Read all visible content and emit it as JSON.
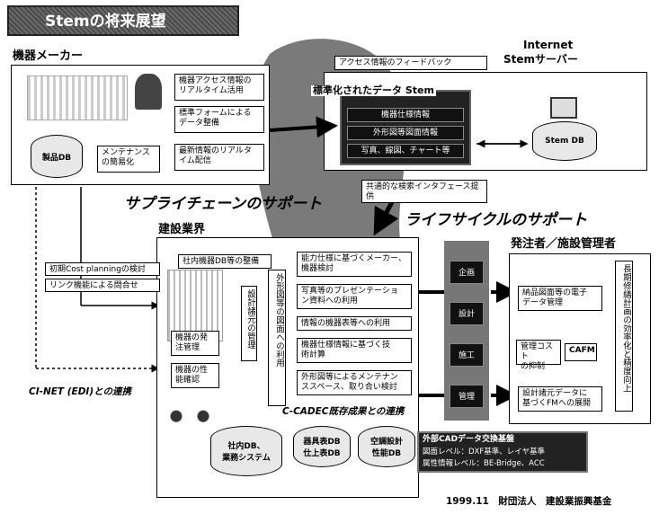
{
  "title": "Stemの将来展望",
  "sections": {
    "maker": "機器メーカー",
    "internet": "Internet",
    "stem_server": "Stemサーバー",
    "construction": "建設業界",
    "owner": "発注者／施設管理者"
  },
  "banners": {
    "supply_chain": "サプライチェーンのサポート",
    "lifecycle": "ライフサイクルのサポート",
    "cicadec": "C-CADEC既存成果との連携",
    "cinet": "CI-NET (EDI)との連携"
  },
  "maker": {
    "db": "製品DB",
    "maintenance": "メンテナンス\nの簡易化",
    "items": [
      "機器アクセス情報の\nリアルタイム活用",
      "標準フォームによる\nデータ整備",
      "最新情報のリアルタ\nイム配信"
    ]
  },
  "feedback": "アクセス情報のフィードバック",
  "stem": {
    "title": "標準化されたデータ Stem",
    "items": [
      "機器仕様情報",
      "外形図等図面情報",
      "写真、線図、チャート等"
    ],
    "db": "Stem DB"
  },
  "common_if": "共通的な検索インタフェース提\n供",
  "left_notes": [
    "初期Cost planningの検討",
    "リンク機能による問合せ"
  ],
  "construction": {
    "internal_db_prep": "社内機器DB等の整備",
    "order_mgmt": "機器の発\n注管理",
    "perf_check": "機器の性\n能確認",
    "design_mgmt": "設計諸元の管理",
    "drawing_use": "外形図等の図面への利用",
    "items": [
      "能力仕様に基づくメーカー、\n機器検討",
      "写真等のプレゼンテーショ\nン資料への利用",
      "情報の機器表等への利用",
      "機器仕様情報に基づく技\n術計算",
      "外形図等によるメンテナン\nススペース、取り合い検討"
    ],
    "db1": "社内DB、\n業務システム",
    "db2": "器具表DB\n仕上表DB",
    "db3": "空調設計\n性能DB"
  },
  "phases": [
    "企画",
    "設計",
    "施工",
    "管理"
  ],
  "owner": {
    "items": [
      "納品図面等の電子\nデータ管理",
      "管理コスト\nの抑制",
      "設計諸元データに\n基づくFMへの展開"
    ],
    "cafm": "CAFM",
    "long_term": "長期修繕計画の効率化と精度向上"
  },
  "cad_box": {
    "title": "外部CADデータ交換基盤",
    "lines": [
      "図面レベル：DXF基準、レイヤ基準",
      "属性情報レベル：BE-Bridge、ACC"
    ]
  },
  "footer": "1999.11　財団法人　建設業振興基金"
}
